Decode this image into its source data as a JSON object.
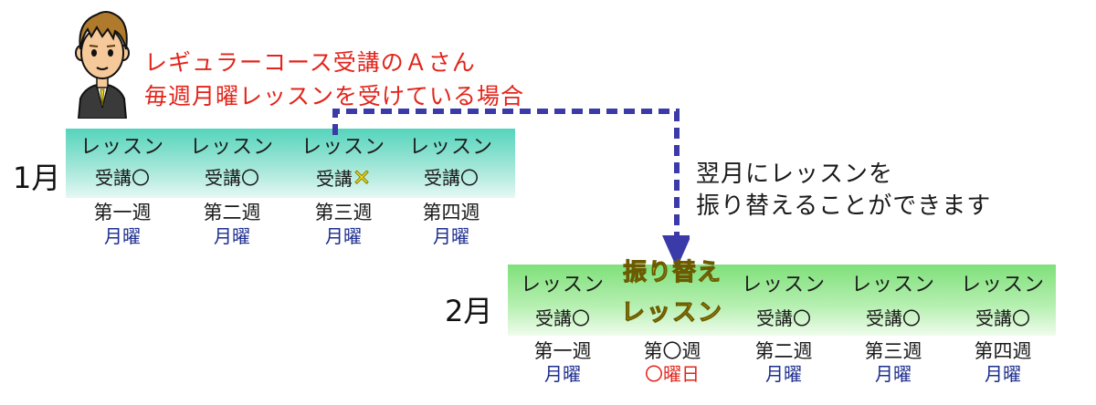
{
  "caption": {
    "line1": "レギュラーコース受講のＡさん",
    "line2": "毎週月曜レッスンを受けている場合"
  },
  "january": {
    "month_label": "1月",
    "columns": [
      {
        "lesson": "レッスン",
        "status": "受講〇",
        "week": "第一週",
        "day": "月曜"
      },
      {
        "lesson": "レッスン",
        "status": "受講〇",
        "week": "第二週",
        "day": "月曜"
      },
      {
        "lesson": "レッスン",
        "status": "受講",
        "mark": "✕",
        "week": "第三週",
        "day": "月曜"
      },
      {
        "lesson": "レッスン",
        "status": "受講〇",
        "week": "第四週",
        "day": "月曜"
      }
    ]
  },
  "note": {
    "line1": "翌月にレッスンを",
    "line2": "振り替えることができます"
  },
  "february": {
    "month_label": "2月",
    "columns": [
      {
        "lesson": "レッスン",
        "status": "受講〇",
        "week": "第一週",
        "day": "月曜"
      },
      {
        "lesson": "振り替え",
        "status": "レッスン",
        "week": "第〇週",
        "day": "〇曜日",
        "special": true
      },
      {
        "lesson": "レッスン",
        "status": "受講〇",
        "week": "第二週",
        "day": "月曜"
      },
      {
        "lesson": "レッスン",
        "status": "受講〇",
        "week": "第三週",
        "day": "月曜"
      },
      {
        "lesson": "レッスン",
        "status": "受講〇",
        "week": "第四週",
        "day": "月曜"
      }
    ]
  },
  "colors": {
    "caption": "#e2241b",
    "day": "#1c2d8f",
    "arrow": "#3a3aa8",
    "january_band": "#55d4bc",
    "february_band": "#7fe07a",
    "cross_mark": "#f2e424"
  }
}
